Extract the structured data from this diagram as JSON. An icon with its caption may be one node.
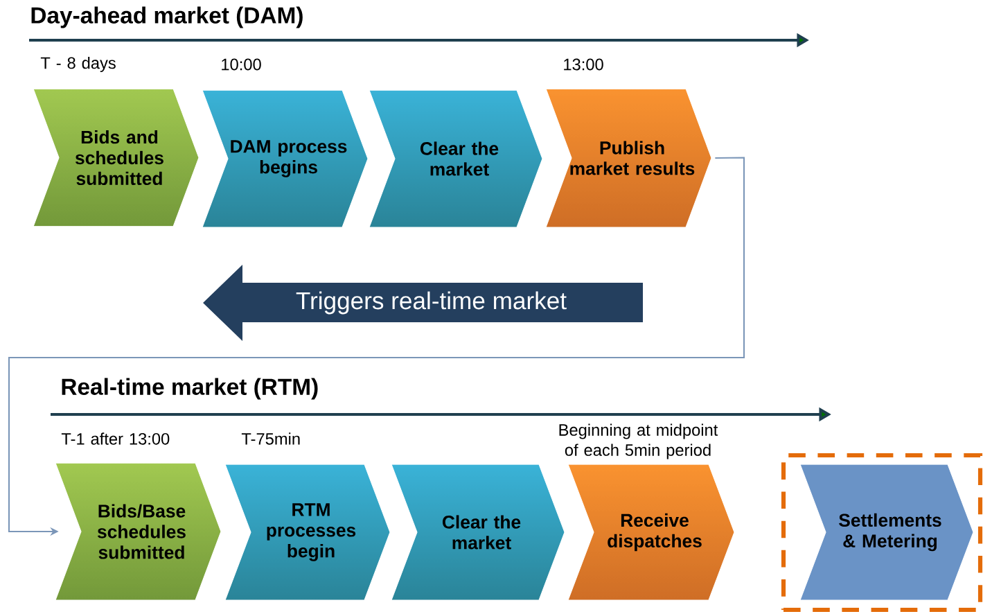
{
  "diagram": {
    "nodes": [
      {
        "text": [
          "Bids and schedules submitted"
        ],
        "beside": [
          "T - 8 days"
        ]
      },
      {
        "text": [
          "DAM process begins"
        ],
        "beside": [
          "10:00"
        ]
      },
      {
        "text": [
          "Clear the market"
        ]
      },
      {
        "text": [
          "Publish market results"
        ],
        "beside": [
          "13:00"
        ]
      },
      {
        "text": [
          "Triggers real-time market"
        ]
      },
      {
        "text": [
          "Bids/Base schedules submitted"
        ],
        "beside": [
          "T-1 after 13:00"
        ]
      },
      {
        "text": [
          "RTM processes begin"
        ],
        "beside": [
          "T-75min"
        ]
      },
      {
        "text": [
          "Clear the market"
        ]
      },
      {
        "text": [
          "Receive dispatches"
        ],
        "beside": [
          "Beginning at midpoint of each 5min period"
        ]
      },
      {
        "text": [],
        "shape": "box"
      },
      {
        "text": [
          "Settlements & Metering"
        ],
        "in": 9
      }
    ],
    "edges": [
      {
        "from": 3,
        "to": 5,
        "arrow": "to"
      }
    ],
    "labels": [
      "Day-ahead market (DAM)",
      "Real-time market (RTM)"
    ]
  }
}
